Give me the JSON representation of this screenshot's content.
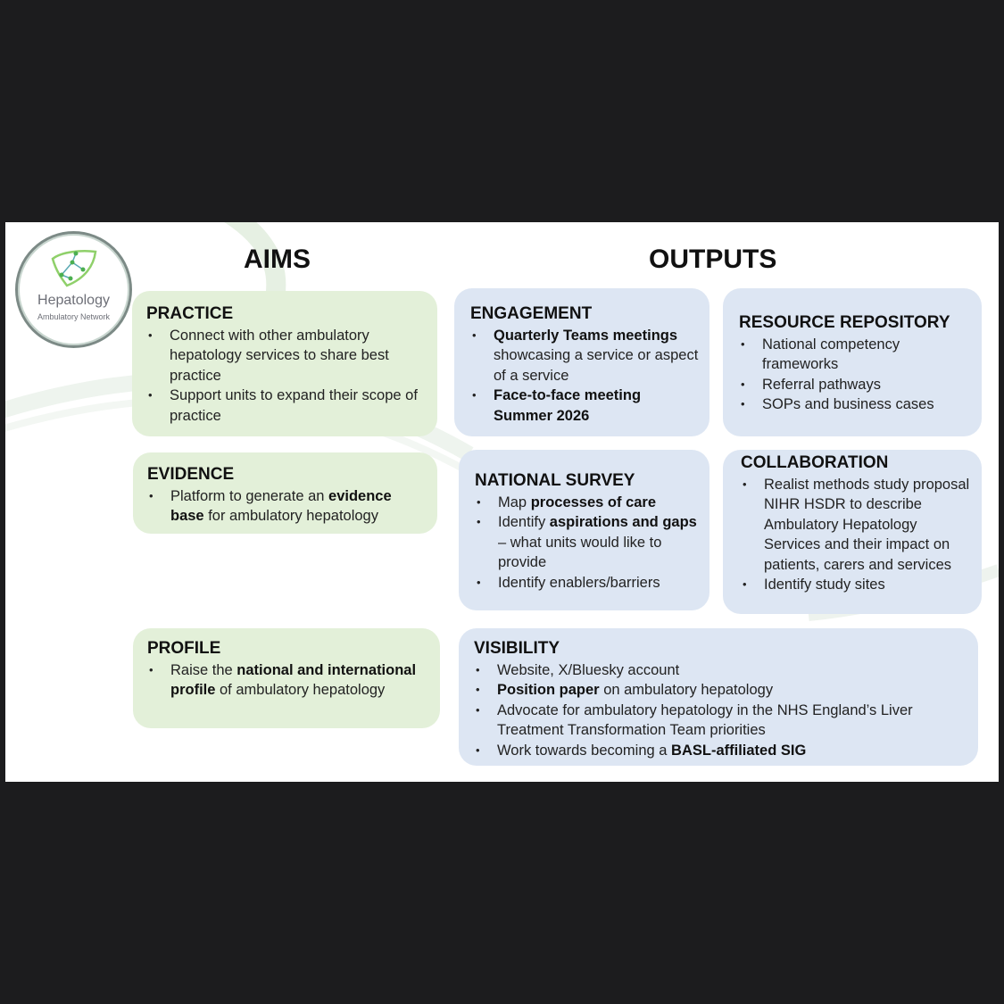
{
  "logo": {
    "name": "Hepatology",
    "subtitle": "Ambulatory Network"
  },
  "headings": {
    "aims": "AIMS",
    "outputs": "OUTPUTS"
  },
  "aims": {
    "practice": {
      "title": "PRACTICE",
      "items": [
        [
          "Connect with other ambulatory hepatology services to share best practice"
        ],
        [
          "Support units to expand their scope of practice"
        ]
      ]
    },
    "evidence": {
      "title": "EVIDENCE",
      "items": [
        [
          "Platform to generate an ",
          "evidence base",
          " for ambulatory hepatology"
        ]
      ]
    },
    "profile": {
      "title": "PROFILE",
      "items": [
        [
          "Raise the ",
          "national and international profile",
          " of ambulatory hepatology"
        ]
      ]
    }
  },
  "outputs": {
    "engagement": {
      "title": "ENGAGEMENT",
      "items": [
        [
          "",
          "Quarterly Teams meetings",
          " showcasing a service or aspect of a service"
        ],
        [
          "",
          "Face-to-face meeting Summer 2026"
        ]
      ]
    },
    "resource_repository": {
      "title": "RESOURCE REPOSITORY",
      "items": [
        [
          "National competency frameworks"
        ],
        [
          "Referral pathways"
        ],
        [
          "SOPs and business cases"
        ]
      ]
    },
    "national_survey": {
      "title": "NATIONAL SURVEY",
      "items": [
        [
          "Map ",
          "processes of care"
        ],
        [
          "Identify ",
          "aspirations and gaps",
          " – what units would like to provide"
        ],
        [
          "Identify enablers/barriers"
        ]
      ]
    },
    "collaboration": {
      "title": "COLLABORATION",
      "items": [
        [
          "Realist methods study proposal NIHR HSDR to describe Ambulatory Hepatology Services and their impact on patients, carers and services"
        ],
        [
          "Identify study sites"
        ]
      ]
    },
    "visibility": {
      "title": "VISIBILITY",
      "items": [
        [
          "Website, X/Bluesky account"
        ],
        [
          "",
          "Position paper",
          " on ambulatory hepatology"
        ],
        [
          "Advocate for ambulatory hepatology in the NHS England’s Liver Treatment Transformation Team priorities"
        ],
        [
          "Work towards becoming a ",
          "BASL-affiliated SIG"
        ]
      ]
    }
  }
}
